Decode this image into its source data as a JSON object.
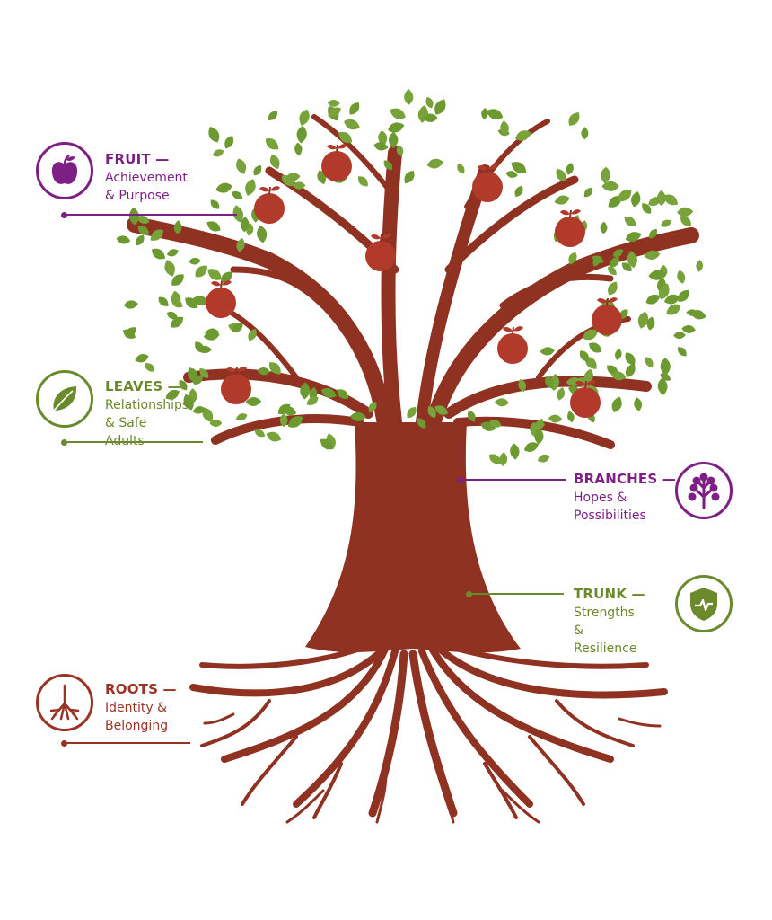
{
  "colors": {
    "purple": "#7e1f86",
    "green": "#6a8a2c",
    "brown": "#9a3324",
    "leaf": "#77a33a",
    "trunk": "#8f3222",
    "fruit": "#b13a2a"
  },
  "callouts": {
    "fruit": {
      "title": "FRUIT —",
      "desc": "Achievement\n& Purpose",
      "icon": "apple-icon"
    },
    "leaves": {
      "title": "LEAVES —",
      "desc": "Relationships\n& Safe Adults",
      "icon": "leaf-icon"
    },
    "branches": {
      "title": "BRANCHES —",
      "desc": "Hopes &\nPossibilities",
      "icon": "branch-icon"
    },
    "trunk": {
      "title": "TRUNK —",
      "desc": "Strengths &\nResilience",
      "icon": "shield-heart-icon"
    },
    "roots": {
      "title": "ROOTS —",
      "desc": "Identity &\nBelonging",
      "icon": "roots-icon"
    }
  }
}
